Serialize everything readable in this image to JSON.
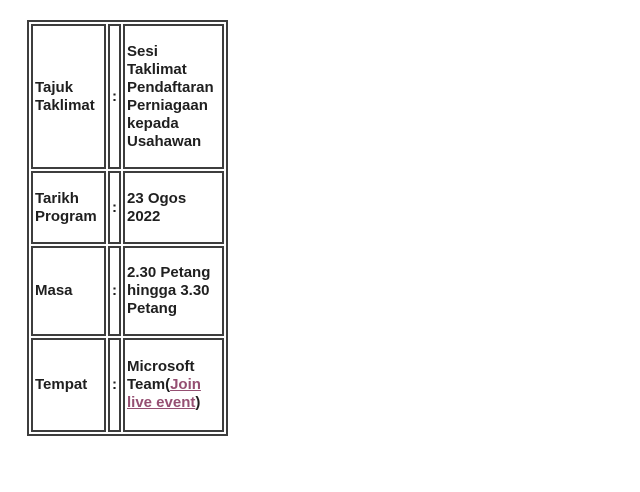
{
  "page": {
    "background_color": "#ffffff",
    "text_color": "#1f1f1f",
    "border_color": "#3d3d3d",
    "link_color": "#954f72"
  },
  "table": {
    "rows": [
      {
        "label": "Tajuk\nTaklimat",
        "separator": ":",
        "value": "Sesi\nTaklimat\nPendaftaran\nPerniagaan\nkepada\nUsahawan"
      },
      {
        "label": "Tarikh\nProgram",
        "separator": ":",
        "value": "23 Ogos\n2022"
      },
      {
        "label": "Masa",
        "separator": ":",
        "value": "2.30 Petang\nhingga 3.30\nPetang"
      },
      {
        "label": "Tempat",
        "separator": ":",
        "value_prefix": "Microsoft\nTeam(",
        "link_text": "Join\nlive event",
        "value_suffix": ")"
      }
    ]
  }
}
